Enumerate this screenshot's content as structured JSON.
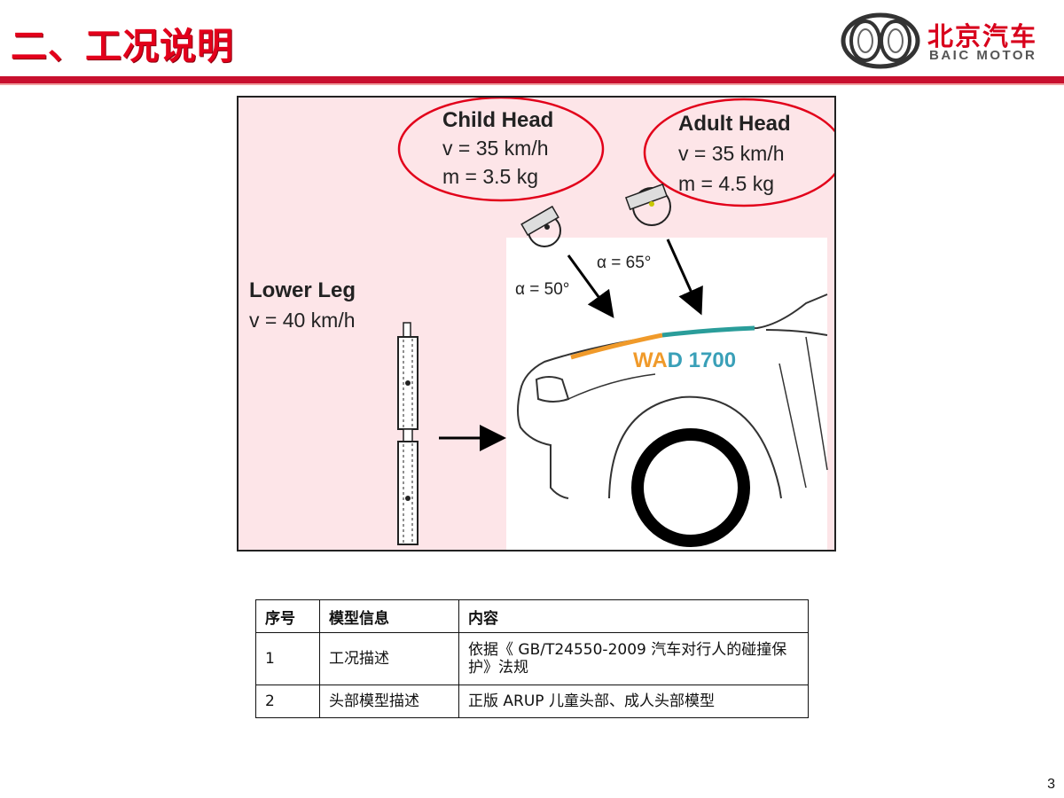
{
  "header": {
    "title": "二、工况说明",
    "logo": {
      "cn": "北京汽车",
      "en": "BAIC MOTOR"
    }
  },
  "figure": {
    "child_head": {
      "title": "Child Head",
      "v": "v = 35 km/h",
      "m": "m = 3.5 kg"
    },
    "adult_head": {
      "title": "Adult Head",
      "v": "v = 35 km/h",
      "m": "m = 4.5 kg"
    },
    "lower_leg": {
      "title": "Lower Leg",
      "v": "v = 40 km/h"
    },
    "angle_child": "α = 50°",
    "angle_adult": "α = 65°",
    "wad": {
      "part1": "WA",
      "part2": "D 1700"
    },
    "colors": {
      "circle": "#e2001a",
      "wad_orange": "#f09a2a",
      "wad_teal": "#2a9d9a"
    }
  },
  "table": {
    "headers": [
      "序号",
      "模型信息",
      "内容"
    ],
    "rows": [
      [
        "1",
        "工况描述",
        "依据《 GB/T24550-2009 汽车对行人的碰撞保护》法规"
      ],
      [
        "2",
        "头部模型描述",
        "正版 ARUP 儿童头部、成人头部模型"
      ]
    ]
  },
  "page_number": "3"
}
